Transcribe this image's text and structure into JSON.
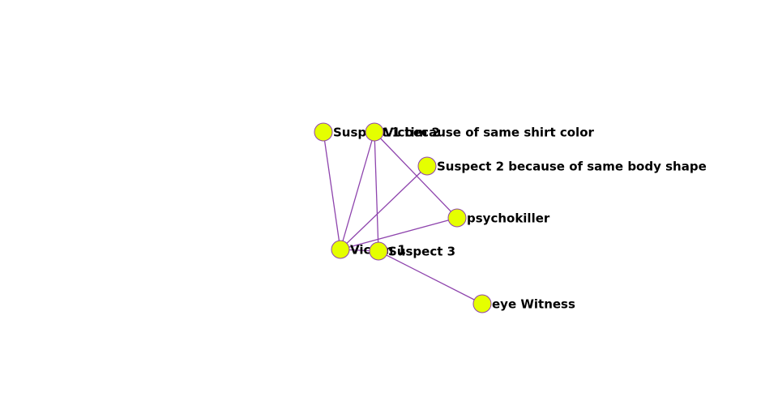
{
  "colors": {
    "node_fill": "#e5ff00",
    "node_stroke": "#8e44ad",
    "edge": "#8e44ad"
  },
  "nodes": [
    {
      "id": "suspect1",
      "label": "Suspect 1 because of same shirt color"
    },
    {
      "id": "victim2",
      "label": "Victim 2"
    },
    {
      "id": "suspect2",
      "label": "Suspect 2 because of same body shape"
    },
    {
      "id": "psychokiller",
      "label": "psychokiller"
    },
    {
      "id": "victim1",
      "label": "Victim 1"
    },
    {
      "id": "suspect3",
      "label": "Suspect 3"
    },
    {
      "id": "eyewitness",
      "label": "eye Witness"
    }
  ],
  "edges": [
    {
      "source": "suspect1",
      "target": "victim1"
    },
    {
      "source": "victim2",
      "target": "victim1"
    },
    {
      "source": "victim2",
      "target": "suspect3"
    },
    {
      "source": "victim2",
      "target": "psychokiller"
    },
    {
      "source": "suspect2",
      "target": "victim1"
    },
    {
      "source": "psychokiller",
      "target": "victim1"
    },
    {
      "source": "victim1",
      "target": "suspect3"
    },
    {
      "source": "suspect3",
      "target": "eyewitness"
    }
  ]
}
